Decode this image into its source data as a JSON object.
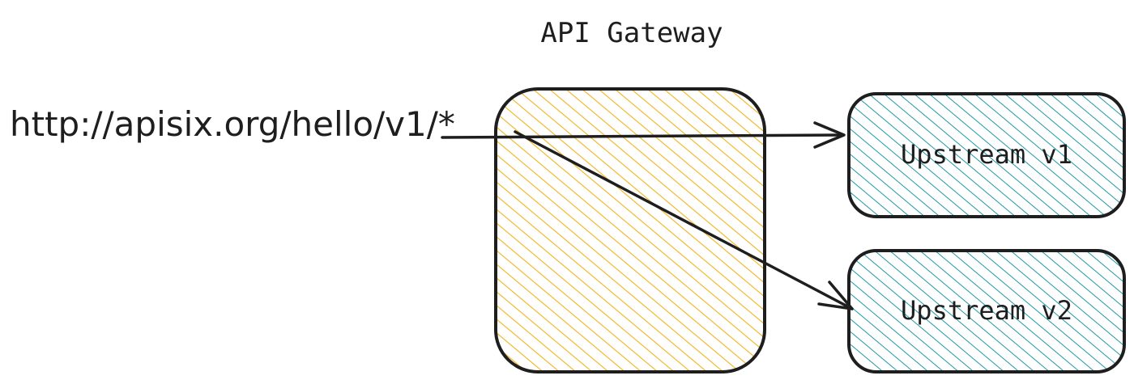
{
  "gateway": {
    "title": "API Gateway"
  },
  "request": {
    "url": "http://apisix.org/hello/v1/*"
  },
  "upstreams": [
    {
      "label": "Upstream v1"
    },
    {
      "label": "Upstream v2"
    }
  ],
  "colors": {
    "gateway_hatch": "#f2b21c",
    "upstream_hatch": "#1f9aa6",
    "stroke": "#1e1e1e"
  }
}
